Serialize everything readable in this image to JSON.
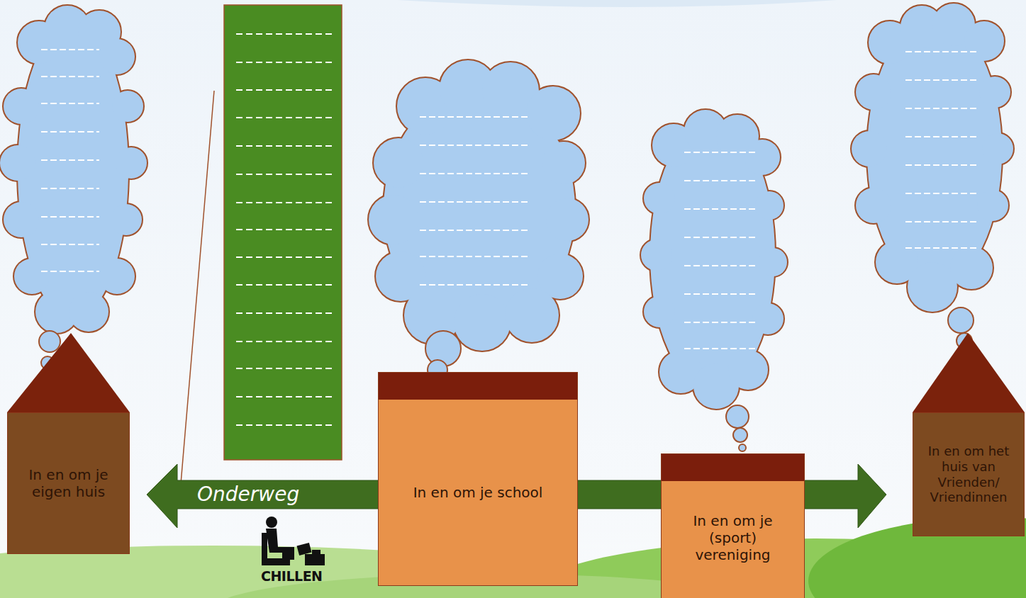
{
  "diagram": {
    "nodes": [
      {
        "text": [
          "In en om je eigen huis"
        ]
      },
      {
        "text": [
          "In en om je school"
        ]
      },
      {
        "text": [
          "In en om je (sport) vereniging"
        ]
      },
      {
        "text": [
          "In en om het huis van Vrienden/ Vriendinnen"
        ]
      }
    ],
    "labels": [
      "Onderweg",
      "CHILLEN"
    ]
  }
}
